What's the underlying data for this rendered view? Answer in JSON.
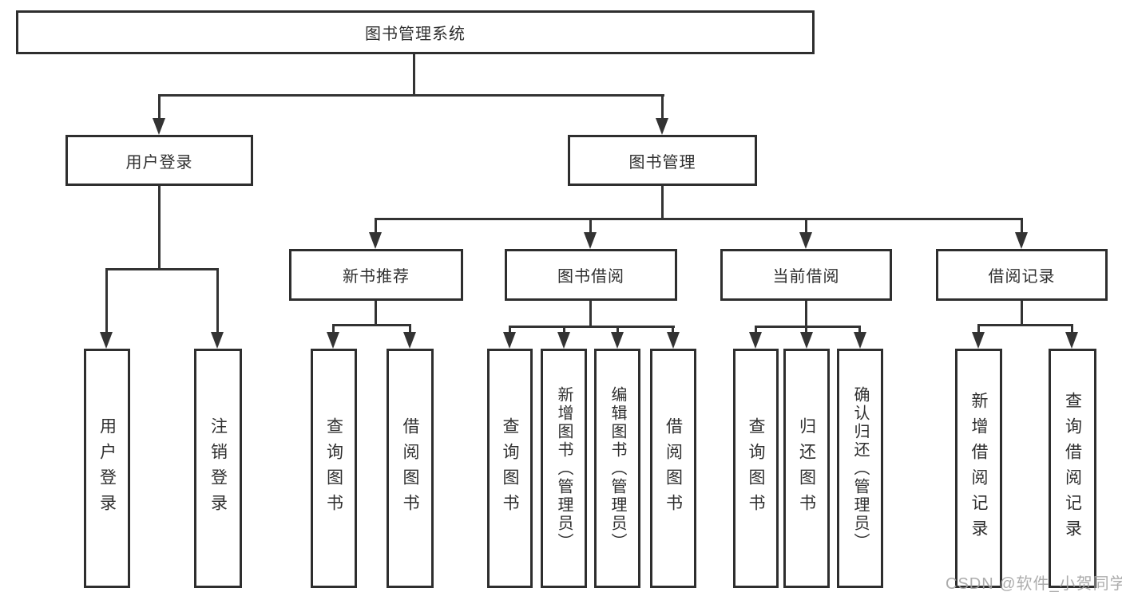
{
  "diagram": {
    "root": "图书管理系统",
    "branches": {
      "user_login": {
        "label": "用户登录",
        "children": [
          "用户登录",
          "注销登录"
        ]
      },
      "book_mgmt": {
        "label": "图书管理",
        "children": {
          "new_books": {
            "label": "新书推荐",
            "children": [
              "查询图书",
              "借阅图书"
            ]
          },
          "borrowing": {
            "label": "图书借阅",
            "children": [
              "查询图书",
              "新增图书（管理员）",
              "编辑图书（管理员）",
              "借阅图书"
            ]
          },
          "current": {
            "label": "当前借阅",
            "children": [
              "查询图书",
              "归还图书",
              "确认归还（管理员）"
            ]
          },
          "records": {
            "label": "借阅记录",
            "children": [
              "新增借阅记录",
              "查询借阅记录"
            ]
          }
        }
      }
    },
    "watermark": "CSDN @软件_小贺同学",
    "colors": {
      "line": "#333333",
      "border": "#2e2e2e",
      "text": "#2f2f2f",
      "watermark": "#a3a3a3",
      "background": "#ffffff"
    }
  }
}
